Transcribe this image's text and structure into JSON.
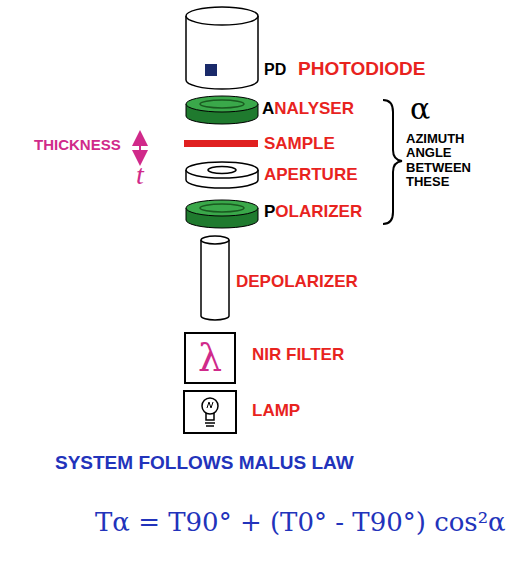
{
  "diagram": {
    "nodes": [
      {
        "text": [
          "λ"
        ]
      }
    ],
    "labels": [
      "PD",
      "PHOTODIODE",
      "ANALYSER",
      "SAMPLE",
      "APERTURE",
      "POLARIZER",
      "DEPOLARIZER",
      "NIR FILTER",
      "LAMP",
      "THICKNESS",
      "t",
      "α",
      "AZIMUTH ANGLE BETWEEN THESE",
      "SYSTEM FOLLOWS MALUS LAW",
      "Tα = T90° + (T0° - T90°) cos²α"
    ]
  }
}
